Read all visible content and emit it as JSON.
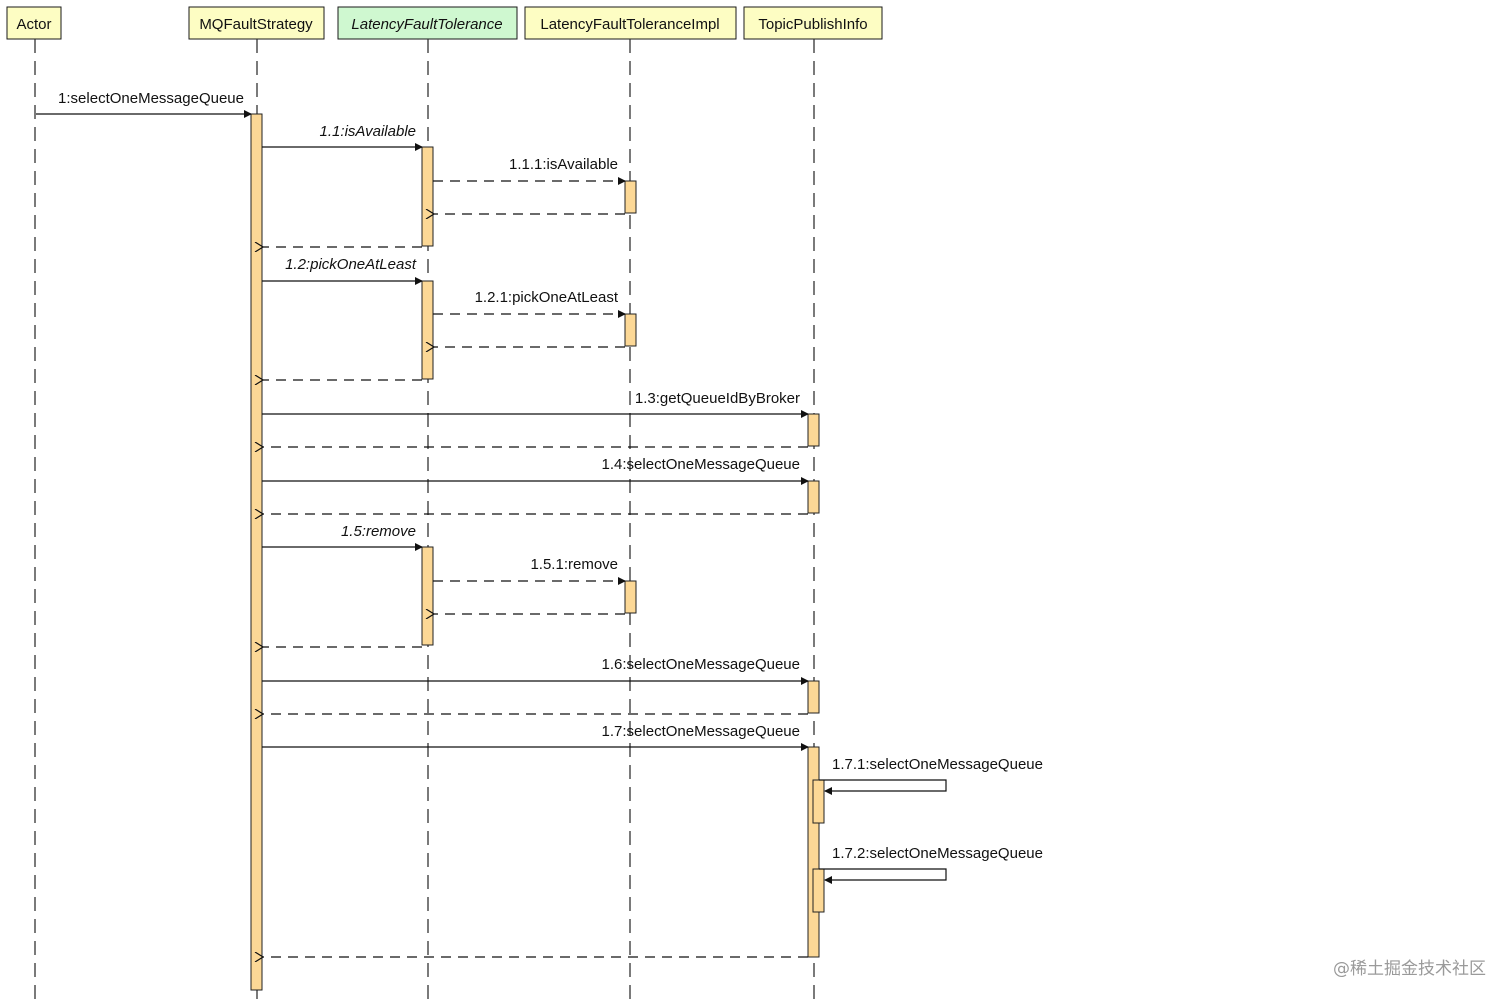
{
  "participants": [
    {
      "id": "actor",
      "label": "Actor",
      "italic": false,
      "kind": "actor"
    },
    {
      "id": "mq",
      "label": "MQFaultStrategy",
      "italic": false,
      "kind": "class"
    },
    {
      "id": "lft",
      "label": "LatencyFaultTolerance",
      "italic": true,
      "kind": "interface"
    },
    {
      "id": "lfti",
      "label": "LatencyFaultToleranceImpl",
      "italic": false,
      "kind": "class"
    },
    {
      "id": "tpi",
      "label": "TopicPublishInfo",
      "italic": false,
      "kind": "class"
    }
  ],
  "messages": [
    {
      "id": "m1",
      "label": "1:selectOneMessageQueue",
      "from": "actor",
      "to": "mq",
      "type": "call",
      "italic": false
    },
    {
      "id": "m1_1",
      "label": "1.1:isAvailable",
      "from": "mq",
      "to": "lft",
      "type": "call",
      "italic": true
    },
    {
      "id": "m1_1_1",
      "label": "1.1.1:isAvailable",
      "from": "lft",
      "to": "lfti",
      "type": "async",
      "italic": false
    },
    {
      "id": "r1_1_1",
      "label": "",
      "from": "lfti",
      "to": "lft",
      "type": "return",
      "italic": false
    },
    {
      "id": "r1_1",
      "label": "",
      "from": "lft",
      "to": "mq",
      "type": "return",
      "italic": false
    },
    {
      "id": "m1_2",
      "label": "1.2:pickOneAtLeast",
      "from": "mq",
      "to": "lft",
      "type": "call",
      "italic": true
    },
    {
      "id": "m1_2_1",
      "label": "1.2.1:pickOneAtLeast",
      "from": "lft",
      "to": "lfti",
      "type": "async",
      "italic": false
    },
    {
      "id": "r1_2_1",
      "label": "",
      "from": "lfti",
      "to": "lft",
      "type": "return",
      "italic": false
    },
    {
      "id": "r1_2",
      "label": "",
      "from": "lft",
      "to": "mq",
      "type": "return",
      "italic": false
    },
    {
      "id": "m1_3",
      "label": "1.3:getQueueIdByBroker",
      "from": "mq",
      "to": "tpi",
      "type": "call",
      "italic": false
    },
    {
      "id": "r1_3",
      "label": "",
      "from": "tpi",
      "to": "mq",
      "type": "return",
      "italic": false
    },
    {
      "id": "m1_4",
      "label": "1.4:selectOneMessageQueue",
      "from": "mq",
      "to": "tpi",
      "type": "call",
      "italic": false
    },
    {
      "id": "r1_4",
      "label": "",
      "from": "tpi",
      "to": "mq",
      "type": "return",
      "italic": false
    },
    {
      "id": "m1_5",
      "label": "1.5:remove",
      "from": "mq",
      "to": "lft",
      "type": "call",
      "italic": true
    },
    {
      "id": "m1_5_1",
      "label": "1.5.1:remove",
      "from": "lft",
      "to": "lfti",
      "type": "async",
      "italic": false
    },
    {
      "id": "r1_5_1",
      "label": "",
      "from": "lfti",
      "to": "lft",
      "type": "return",
      "italic": false
    },
    {
      "id": "r1_5",
      "label": "",
      "from": "lft",
      "to": "mq",
      "type": "return",
      "italic": false
    },
    {
      "id": "m1_6",
      "label": "1.6:selectOneMessageQueue",
      "from": "mq",
      "to": "tpi",
      "type": "call",
      "italic": false
    },
    {
      "id": "r1_6",
      "label": "",
      "from": "tpi",
      "to": "mq",
      "type": "return",
      "italic": false
    },
    {
      "id": "m1_7",
      "label": "1.7:selectOneMessageQueue",
      "from": "mq",
      "to": "tpi",
      "type": "call",
      "italic": false
    },
    {
      "id": "m1_7_1",
      "label": "1.7.1:selectOneMessageQueue",
      "from": "tpi",
      "to": "tpi",
      "type": "self",
      "italic": false
    },
    {
      "id": "m1_7_2",
      "label": "1.7.2:selectOneMessageQueue",
      "from": "tpi",
      "to": "tpi",
      "type": "self",
      "italic": false
    },
    {
      "id": "r1_7",
      "label": "",
      "from": "tpi",
      "to": "mq",
      "type": "return",
      "italic": false
    }
  ],
  "colors": {
    "participant_fill": "#fdfdc3",
    "interface_fill": "#cff8d0",
    "activation_fill": "#fcd896",
    "line": "#111111"
  },
  "watermark": "@稀土掘金技术社区"
}
